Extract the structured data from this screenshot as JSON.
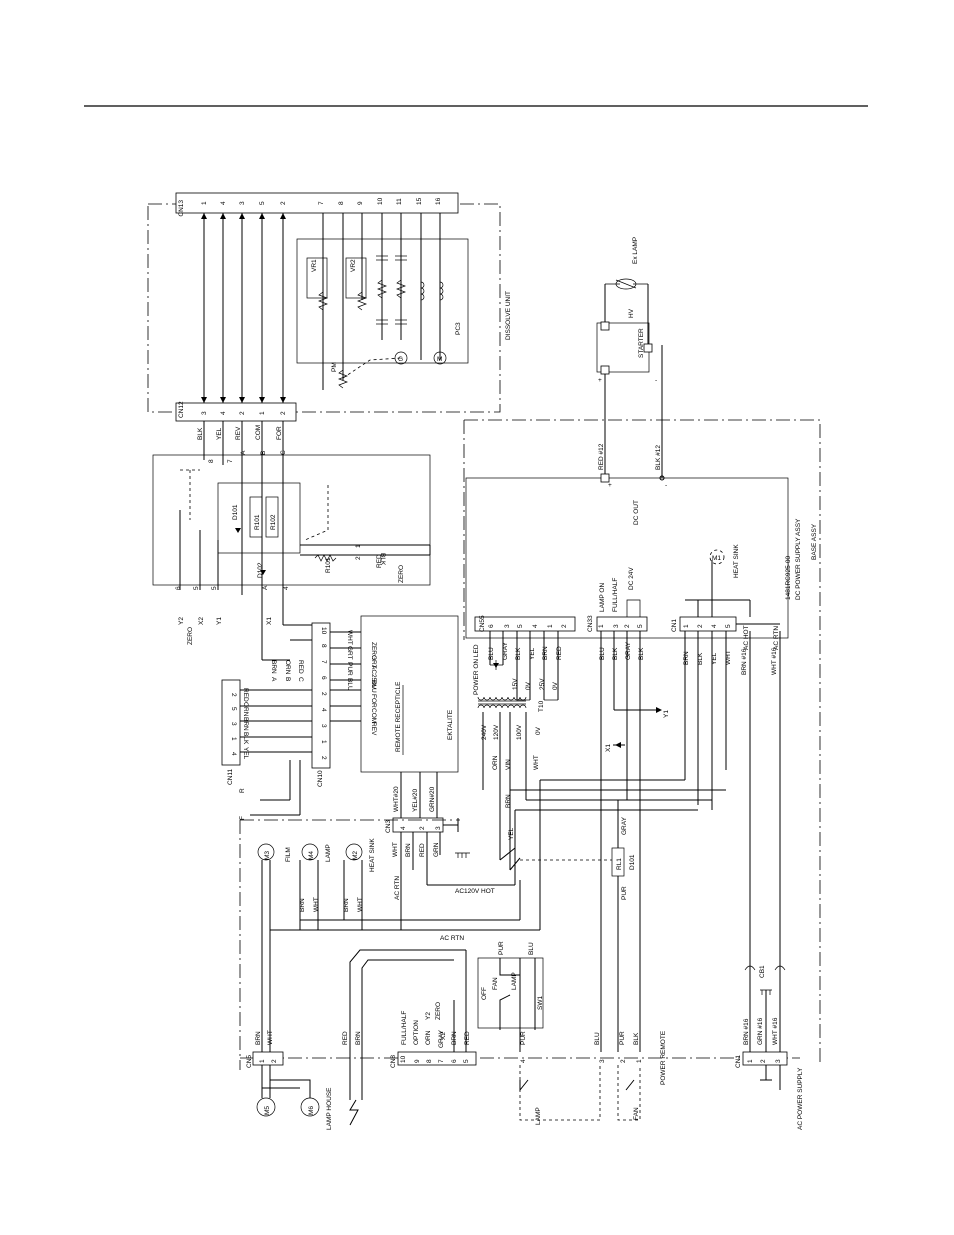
{
  "dissolve": {
    "cn13": "CN13",
    "cn12": "CN12",
    "cn13_pins": [
      "1",
      "4",
      "3",
      "5",
      "2",
      "7",
      "8",
      "9",
      "10",
      "11",
      "15",
      "16"
    ],
    "cn12_pins": [
      "3",
      "4",
      "2",
      "1",
      "2"
    ],
    "wires": [
      "BLK",
      "YEL",
      "REV",
      "COM",
      "FOR"
    ],
    "letters": [
      "A",
      "B",
      "C"
    ],
    "vr1": "VR1",
    "vr2": "VR2",
    "pm": "PM",
    "pcb": "PC3",
    "title": "DISSOLVE UNIT",
    "g": "G",
    "m": "M"
  },
  "zero_box": {
    "pins": [
      "8",
      "7",
      "6",
      "5",
      "5",
      "A",
      "4"
    ],
    "d101": "D101",
    "d102": "D102",
    "r101": "R101",
    "r102": "R102",
    "r101b": "R101",
    "blk": "BLK",
    "red": "RED",
    "zero": "ZERO",
    "pin1": "1",
    "pin2": "2"
  },
  "signals": {
    "y2": "Y2",
    "x2": "X2",
    "y1": "Y1",
    "x1": "X1",
    "zero": "ZERO",
    "r": "R",
    "f": "F",
    "x1b": "X1",
    "y1b": "Y1"
  },
  "ektalite": {
    "title": "EKTALITE",
    "remote": "REMOTE RECEPTICLE",
    "labels": [
      "ZERO",
      "GRT",
      "AC250V",
      "BLU",
      "FOR",
      "COM",
      "REV"
    ],
    "cn11": "CN11",
    "cn10": "CN10",
    "cn11_pins": [
      "2",
      "5",
      "3",
      "1",
      "4"
    ],
    "cn11_wires": [
      "RED",
      "ORN",
      "BRN",
      "BLK",
      "YEL"
    ],
    "cn10_pins": [
      "10",
      "8",
      "7",
      "6",
      "2",
      "4",
      "3",
      "1",
      "2"
    ],
    "cn10_wires": [
      "WHT",
      "GRT",
      "PUR",
      "BLU"
    ],
    "abc": [
      "BRN",
      "A",
      "ORN",
      "B",
      "RED",
      "C"
    ],
    "cn3": "CN3",
    "cn3_pins": [
      "4",
      "2",
      "3"
    ],
    "cn3_wires": [
      "WHT#20",
      "YEL#20",
      "GRN#20"
    ],
    "cn3b": [
      "WHT",
      "BRN",
      "RED",
      "GRN"
    ],
    "ac120": "AC120V HOT"
  },
  "transformer": {
    "t10": "T10",
    "taps": [
      "240V",
      "120V",
      "100V",
      "0V"
    ],
    "sec": [
      "15V",
      "0V",
      "25V",
      "0V"
    ],
    "wires": [
      "ORN",
      "VIN",
      "WHT",
      "BRN"
    ]
  },
  "cn55": {
    "name": "CN55",
    "pins": [
      "6",
      "3",
      "5",
      "4",
      "1",
      "2"
    ],
    "wires": [
      "BLU",
      "GRAY",
      "BLK",
      "YEL",
      "BRN",
      "RED"
    ],
    "led": "POWER ON LED"
  },
  "cn33": {
    "name": "CN33",
    "pins": [
      "1",
      "3",
      "2",
      "5"
    ],
    "wires": [
      "BLU",
      "BLK",
      "GRAY",
      "BLK"
    ],
    "lamp_on": "LAMP ON",
    "full": "FULL/HALF",
    "dc24": "DC 24V"
  },
  "cn1t": {
    "name": "CN1",
    "pins": [
      "1",
      "2",
      "4",
      "5"
    ],
    "wires": [
      "BRN",
      "BLK",
      "YEL",
      "WHT"
    ]
  },
  "psu": {
    "ac_hot": "AC HOT",
    "ac_rtn": "AC RTN",
    "part": "1481RC925-00",
    "dcps": "DC POWER SUPPLY ASSY",
    "base": "BASE ASSY",
    "dc_out": "DC OUT",
    "heat_sink": "HEAT SINK",
    "m1": "M1",
    "brn16": "BRN #16",
    "wht16": "WHT #16",
    "red12": "RED #12",
    "blk12": "BLK #12",
    "plus": "+",
    "minus": "-"
  },
  "lamp_ckt": {
    "ex_lamp": "Ex LAMP",
    "hv": "HV",
    "starter": "STARTER",
    "plus": "+",
    "minus": "-"
  },
  "relay": {
    "rl1": "RL1",
    "d101": "D101",
    "gray": "GRAY",
    "pur": "PUR",
    "yel": "YEL"
  },
  "motors": {
    "m3": "M3",
    "m4": "M4",
    "m2": "M2",
    "m5": "M5",
    "m6": "M6",
    "film": "FILM",
    "lamp": "LAMP",
    "heat_sink": "HEAT SINK",
    "wires": [
      "BRN",
      "WHT",
      "BRN",
      "WHT"
    ],
    "ac_rtn": "AC RTN",
    "ac_rtn2": "AC RTN",
    "lamp_house": "LAMP HOUSE"
  },
  "bottom": {
    "cn5": "CN5",
    "cn5_pins": [
      "1",
      "2"
    ],
    "cn5_wires": [
      "BRN",
      "WHT"
    ],
    "cn8": "CN8",
    "cn8_pins": [
      "10",
      "9",
      "8",
      "7",
      "6",
      "5",
      "4",
      "3",
      "2",
      "1"
    ],
    "cn8_wires": [
      "FULL/HALF",
      "OPTION",
      "Y2",
      "ZERO",
      "X2",
      "ORN",
      "GRAY",
      "BRN",
      "RED",
      "PUR",
      "BLU",
      "PUR",
      "BLK"
    ],
    "cn1": "CN1",
    "cn1_pins": [
      "1",
      "2",
      "3"
    ],
    "cn1_wires": [
      "BRN #16",
      "GRN #16",
      "WHT #16"
    ],
    "cb1": "CB1",
    "red": "RED",
    "brn": "BRN",
    "sw1": "SW1",
    "off": "OFF",
    "fan": "FAN",
    "lamp": "LAMP",
    "pur": "PUR",
    "blu": "BLU",
    "power_remote": "POWER REMOTE",
    "ac_supply": "AC POWER SUPPLY",
    "lamp_sw": "LAMP",
    "fan_sw": "FAN"
  }
}
